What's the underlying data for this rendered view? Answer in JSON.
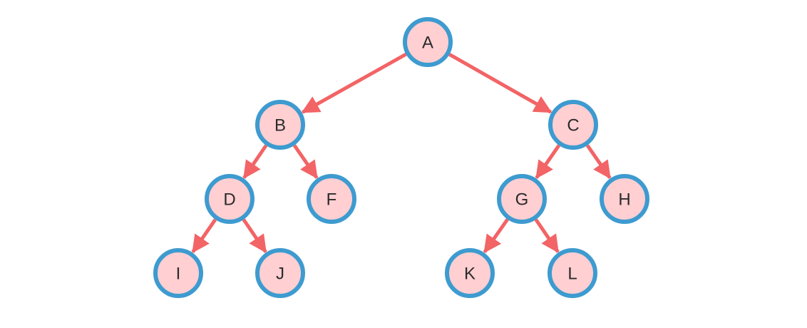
{
  "colors": {
    "node_fill": "#ffcfd2",
    "node_stroke": "#3d9bd0",
    "edge": "#f26466",
    "label": "#2b2b2b"
  },
  "nodes": [
    {
      "id": "A",
      "label": "A"
    },
    {
      "id": "B",
      "label": "B"
    },
    {
      "id": "C",
      "label": "C"
    },
    {
      "id": "D",
      "label": "D"
    },
    {
      "id": "F",
      "label": "F"
    },
    {
      "id": "G",
      "label": "G"
    },
    {
      "id": "H",
      "label": "H"
    },
    {
      "id": "I",
      "label": "I"
    },
    {
      "id": "J",
      "label": "J"
    },
    {
      "id": "K",
      "label": "K"
    },
    {
      "id": "L",
      "label": "L"
    }
  ],
  "edges": [
    {
      "from": "A",
      "to": "B"
    },
    {
      "from": "A",
      "to": "C"
    },
    {
      "from": "B",
      "to": "D"
    },
    {
      "from": "B",
      "to": "F"
    },
    {
      "from": "C",
      "to": "G"
    },
    {
      "from": "C",
      "to": "H"
    },
    {
      "from": "D",
      "to": "I"
    },
    {
      "from": "D",
      "to": "J"
    },
    {
      "from": "G",
      "to": "K"
    },
    {
      "from": "G",
      "to": "L"
    }
  ]
}
